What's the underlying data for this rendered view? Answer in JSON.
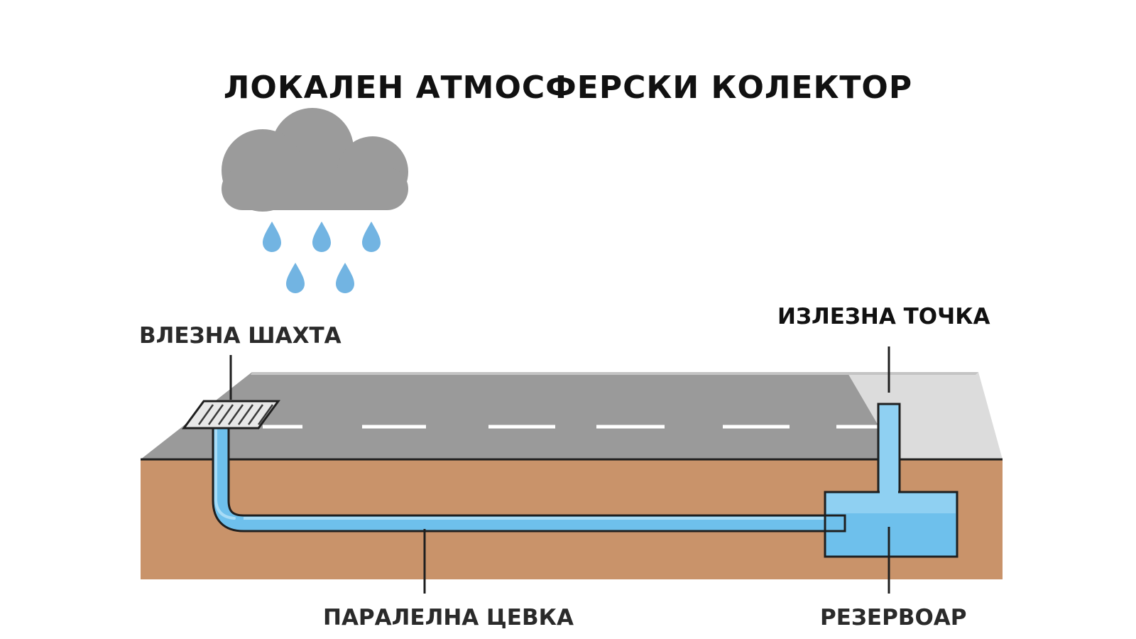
{
  "title": "ЛОКАЛЕН АТМОСФЕРСКИ КОЛЕКТОР",
  "labels": {
    "inlet_shaft": "ВЛЕЗНА ШАХТА",
    "outlet_point": "ИЗЛЕЗНА ТОЧКА",
    "parallel_pipe": "ПАРАЛЕЛНА ЦЕВКА",
    "reservoir": "РЕЗЕРВОАР"
  },
  "colors": {
    "cloud": "#9b9b9b",
    "rain": "#72b4e2",
    "road": "#9a9a9a",
    "road_far": "#dcdcdc",
    "soil": "#c9936a",
    "water": "#6ec0ec",
    "water_light": "#8fd0f2",
    "outline": "#1f1f1f"
  },
  "icons": [
    "rain-cloud-icon",
    "raindrop-icon",
    "drain-grate-icon"
  ]
}
